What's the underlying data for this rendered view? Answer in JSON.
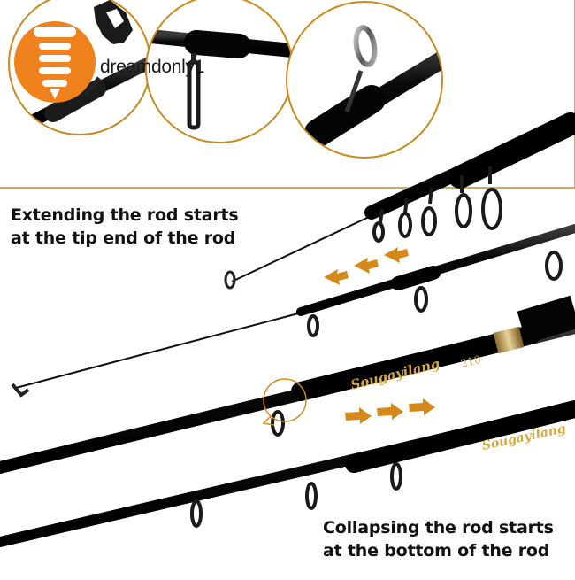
{
  "watermark": {
    "text": "dreamdonly1"
  },
  "captions": {
    "top": [
      "Extending the rod starts",
      "at the tip end of the rod"
    ],
    "bottom": [
      "Collapsing the rod starts",
      "at the bottom of the rod"
    ]
  },
  "rod_labels": {
    "brand_primary": "Sougayilang",
    "model_number": "210",
    "brand_secondary": "Sougayilang"
  },
  "colors": {
    "accent_gold": "#c98a1e",
    "arrow_orange": "#d4891a",
    "rod_black": "#0c0c0c",
    "logo_orange": "#f0821e"
  },
  "icons": {
    "logo": "screw-logo-icon",
    "hand": "hand-icon",
    "arrows_left": "arrow-left-icon",
    "arrows_right": "arrow-right-icon",
    "rotate": "rotate-icon"
  }
}
